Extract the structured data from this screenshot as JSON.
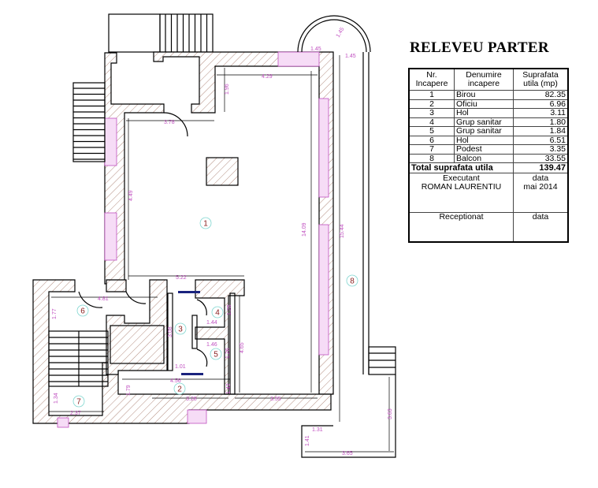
{
  "title": "RELEVEU PARTER",
  "table": {
    "headers": [
      "Nr. Incapere",
      "Denumire incapere",
      "Suprafata utila (mp)"
    ],
    "rows": [
      {
        "nr": "1",
        "name": "Birou",
        "area": "82.35"
      },
      {
        "nr": "2",
        "name": "Oficiu",
        "area": "6.96"
      },
      {
        "nr": "3",
        "name": "Hol",
        "area": "3.11"
      },
      {
        "nr": "4",
        "name": "Grup sanitar",
        "area": "1.80"
      },
      {
        "nr": "5",
        "name": "Grup sanitar",
        "area": "1.84"
      },
      {
        "nr": "6",
        "name": "Hol",
        "area": "6.51"
      },
      {
        "nr": "7",
        "name": "Podest",
        "area": "3.35"
      },
      {
        "nr": "8",
        "name": "Balcon",
        "area": "33.55"
      }
    ],
    "total_label": "Total suprafata utila",
    "total_value": "139.47",
    "executant_label": "Executant",
    "executant_date_label": "data",
    "executant_name": "ROMAN LAURENTIU",
    "executant_date": "mai 2014",
    "receptionat_label": "Receptionat",
    "receptionat_date_label": "data"
  },
  "plan": {
    "rooms": [
      "1",
      "2",
      "3",
      "4",
      "5",
      "6",
      "7",
      "8"
    ],
    "dims": {
      "d429": "4.29",
      "d196": "1.96",
      "d378": "3.78",
      "d145a": "1.45",
      "d145b": "1.45",
      "d145c": "1.45",
      "d522": "5.22",
      "d481": "4.81",
      "d177": "1.77",
      "d308": "3.08",
      "d144": "1.44",
      "d125": "1.25",
      "d146": "1.46",
      "d126": "1.26",
      "d101": "1.01",
      "d456": "4.56",
      "d328": "3.28",
      "d142": "1.42",
      "d179": "1.79",
      "d465": "4.65",
      "d355": "3.55",
      "d134": "1.34",
      "d237": "2.37",
      "d131": "1.31",
      "d141": "1.41",
      "d363": "3.63",
      "d365": "3.65",
      "d1409": "14.09",
      "d1544": "15.44",
      "d449": "4.49"
    }
  },
  "colors": {
    "wall_hatch": "#a0705f",
    "window": "#c050c0",
    "dimension": "#c050c0",
    "room_number": "#8b2020"
  }
}
